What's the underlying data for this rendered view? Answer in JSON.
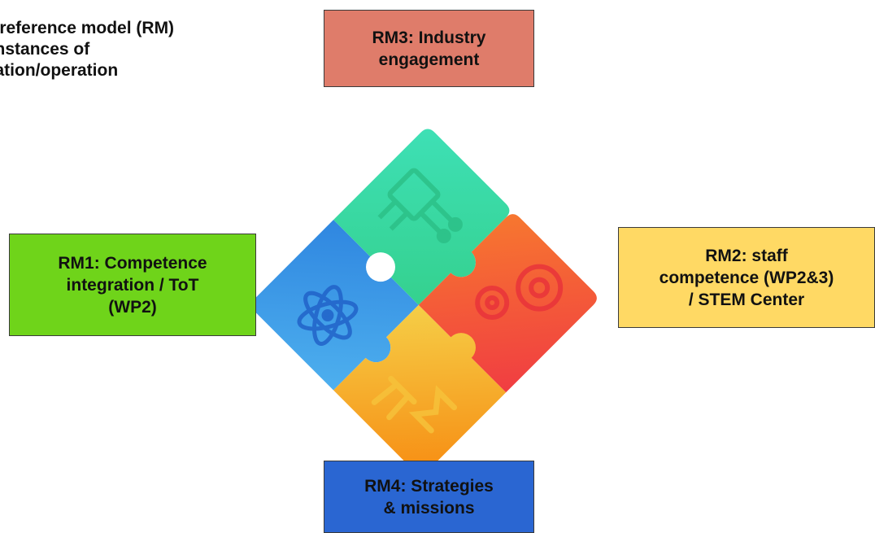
{
  "heading": {
    "lines": [
      "EM reference model (RM)",
      "er instances of",
      "entation/operation"
    ]
  },
  "pieces": [
    {
      "id": "rm1",
      "lines": [
        "RM1: Competence",
        "integration / ToT",
        "(WP2)"
      ],
      "color": "#6fd41a",
      "icon": "circuit-icon",
      "piece_color": "#3fd6a8"
    },
    {
      "id": "rm2",
      "lines": [
        "RM2: staff",
        "competence (WP2&3)",
        "/ STEM Center"
      ],
      "color": "#ffd964",
      "icon": "pi-sigma-icon",
      "piece_color": "#f7a21c"
    },
    {
      "id": "rm3",
      "lines": [
        "RM3: Industry",
        "engagement"
      ],
      "color": "#df7c6a",
      "icon": "gears-icon",
      "piece_color": "#f2533a"
    },
    {
      "id": "rm4",
      "lines": [
        "RM4: Strategies",
        "& missions"
      ],
      "color": "#2a66d2",
      "icon": "atom-icon",
      "piece_color": "#3f9ae6"
    }
  ]
}
